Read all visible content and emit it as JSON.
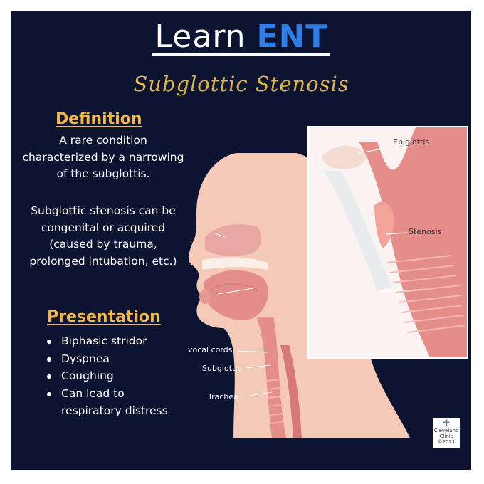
{
  "header": {
    "brand_learn": "Learn",
    "brand_ent": "ENT",
    "subtitle": "Subglottic Stenosis"
  },
  "definition": {
    "heading": "Definition",
    "paragraph_1_lines": [
      "A rare condition",
      "characterized by a narrowing",
      "of the subglottis."
    ],
    "paragraph_2_lines": [
      "Subglottic stenosis can be",
      "congenital or acquired",
      "(caused by trauma,",
      "prolonged intubation, etc.)"
    ]
  },
  "presentation": {
    "heading": "Presentation",
    "items": [
      "Biphasic stridor",
      "Dyspnea",
      "Coughing",
      "Can lead to",
      "respiratory distress"
    ]
  },
  "illustration": {
    "labels": {
      "vocal_cords": "vocal cords",
      "subglottis": "Subglottis",
      "trachea": "Trachea"
    },
    "inset_labels": {
      "epiglottis": "Epiglottis",
      "stenosis": "Stenosis"
    }
  },
  "logo": {
    "line1": "Cleveland",
    "line2": "Clinic",
    "line3": "©2021",
    "icon": "cleveland-clinic-cross-icon"
  },
  "colors": {
    "background": "#0c1431",
    "heading_gold": "#f0b84a",
    "ent_blue": "#2d7ee6",
    "skin": "#f4c9b8",
    "tissue": "#e58d8b"
  }
}
